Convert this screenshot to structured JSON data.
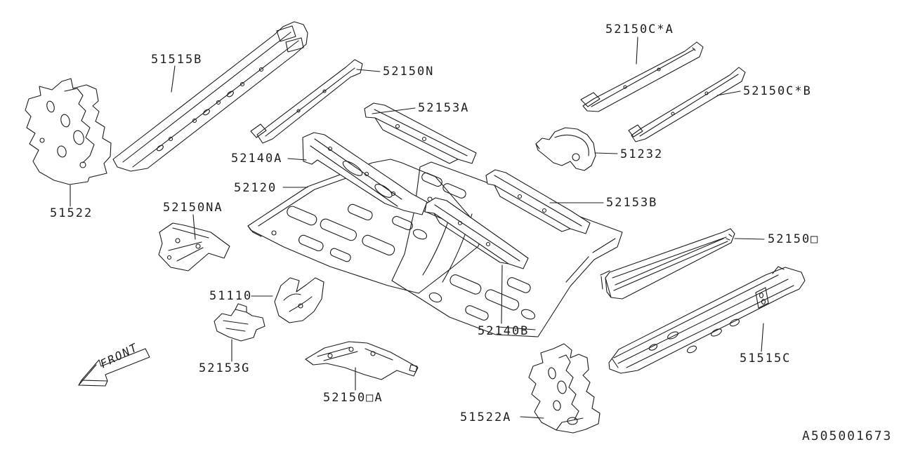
{
  "diagram": {
    "drawing_number": "A505001673",
    "front_label": "FRONT",
    "line_color": "#1c1c1c",
    "background_color": "#ffffff",
    "parts": {
      "p51515B": {
        "label": "51515B"
      },
      "p52150N": {
        "label": "52150N"
      },
      "p52150C_A": {
        "label": "52150C*A"
      },
      "p52150C_B": {
        "label": "52150C*B"
      },
      "p52153A": {
        "label": "52153A"
      },
      "p51232": {
        "label": "51232"
      },
      "p52140A": {
        "label": "52140A"
      },
      "p52120": {
        "label": "52120"
      },
      "p52153B": {
        "label": "52153B"
      },
      "p52150NA": {
        "label": "52150NA"
      },
      "p51522": {
        "label": "51522"
      },
      "p52150_sq": {
        "label": "52150□"
      },
      "p51110": {
        "label": "51110"
      },
      "p52153G": {
        "label": "52153G"
      },
      "p52150_sqA": {
        "label": "52150□A"
      },
      "p52140B": {
        "label": "52140B"
      },
      "p51515C": {
        "label": "51515C"
      },
      "p51522A": {
        "label": "51522A"
      }
    }
  }
}
